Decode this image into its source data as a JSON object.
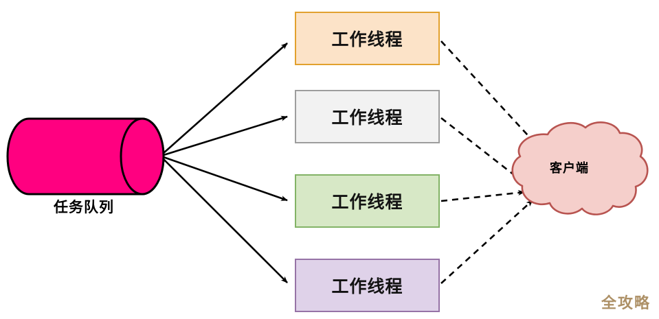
{
  "diagram": {
    "title": "thread-pool-architecture",
    "background_color": "#FFFFFF",
    "queue": {
      "label": "任务队列",
      "shape": "cylinder",
      "fill_color": "#FF0080",
      "stroke_color": "#000000"
    },
    "workers": [
      {
        "label": "工作线程",
        "fill_color": "#FCE3C8",
        "stroke_color": "#E2A12E"
      },
      {
        "label": "工作线程",
        "fill_color": "#F2F2F2",
        "stroke_color": "#9D9D9D"
      },
      {
        "label": "工作线程",
        "fill_color": "#D7E8C6",
        "stroke_color": "#82B366"
      },
      {
        "label": "工作线程",
        "fill_color": "#DFD2E9",
        "stroke_color": "#9673A6"
      }
    ],
    "client": {
      "label": "客户端",
      "shape": "cloud",
      "fill_color": "#F5CFCB",
      "stroke_color": "#B85450"
    },
    "connectors": {
      "queue_to_worker_style": "solid",
      "worker_to_client_style": "dashed",
      "stroke_color": "#000000"
    },
    "watermark": {
      "text": "全攻略",
      "color": "#A98B5E"
    }
  }
}
